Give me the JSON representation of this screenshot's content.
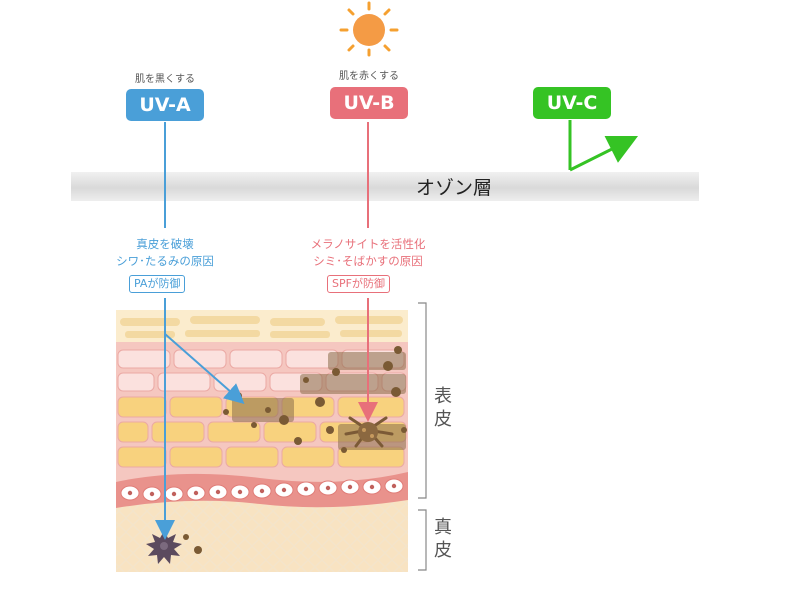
{
  "uva": {
    "caption": "肌を黒くする",
    "badge": "UV-A",
    "effect_line1": "真皮を破壊",
    "effect_line2": "シワ･たるみの原因",
    "protection": "PAが防御",
    "color": "#4a9fd8"
  },
  "uvb": {
    "caption": "肌を赤くする",
    "badge": "UV-B",
    "effect_line1": "メラノサイトを活性化",
    "effect_line2": "シミ･そばかすの原因",
    "protection": "SPFが防御",
    "color": "#e8707a"
  },
  "uvc": {
    "badge": "UV-C",
    "color": "#35c324"
  },
  "ozone": {
    "label": "オゾン層"
  },
  "layers": {
    "epidermis": "表皮",
    "dermis": "真皮"
  },
  "sun_icon": "sun-icon"
}
